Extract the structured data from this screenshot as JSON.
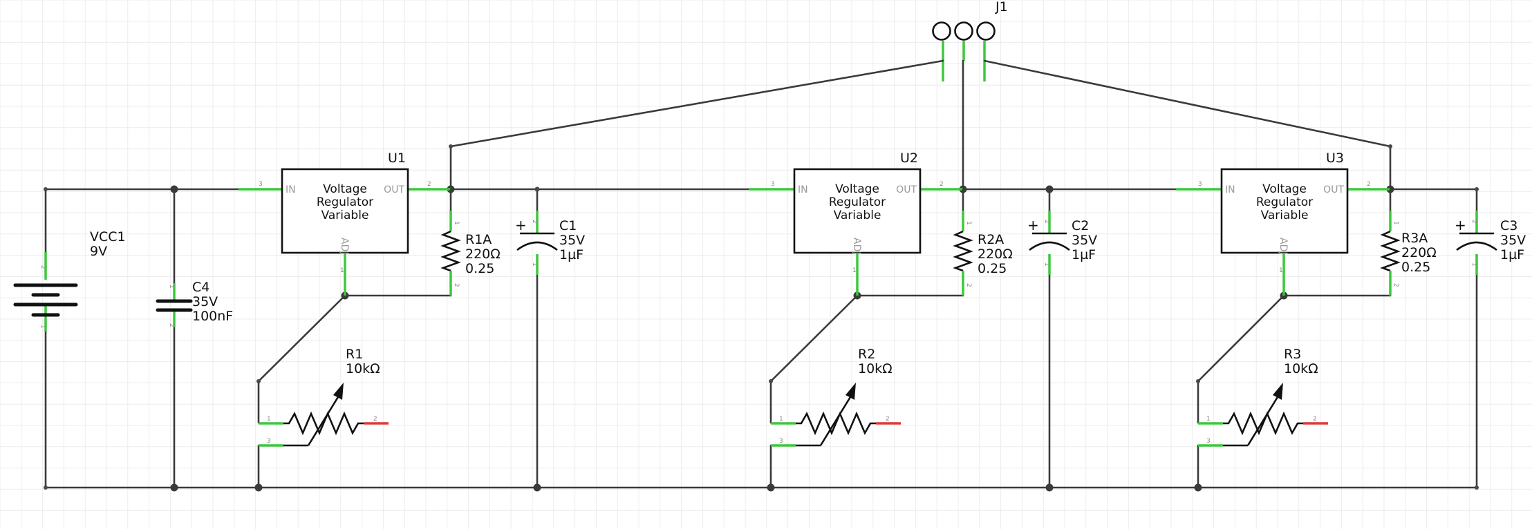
{
  "connector": {
    "ref": "J1"
  },
  "battery": {
    "ref": "VCC1",
    "value": "9V"
  },
  "input_cap": {
    "ref": "C4",
    "voltage": "35V",
    "value": "100nF"
  },
  "regulators": [
    {
      "ref": "U1",
      "line1": "Voltage",
      "line2": "Regulator",
      "line3": "Variable",
      "pin_in": "IN",
      "pin_out": "OUT",
      "pin_adj": "ADJ",
      "resistor": {
        "ref": "R1A",
        "value": "220Ω",
        "power": "0.25"
      },
      "cap": {
        "ref": "C1",
        "voltage": "35V",
        "value": "1µF"
      },
      "pot": {
        "ref": "R1",
        "value": "10kΩ"
      }
    },
    {
      "ref": "U2",
      "line1": "Voltage",
      "line2": "Regulator",
      "line3": "Variable",
      "pin_in": "IN",
      "pin_out": "OUT",
      "pin_adj": "ADJ",
      "resistor": {
        "ref": "R2A",
        "value": "220Ω",
        "power": "0.25"
      },
      "cap": {
        "ref": "C2",
        "voltage": "35V",
        "value": "1µF"
      },
      "pot": {
        "ref": "R2",
        "value": "10kΩ"
      }
    },
    {
      "ref": "U3",
      "line1": "Voltage",
      "line2": "Regulator",
      "line3": "Variable",
      "pin_in": "IN",
      "pin_out": "OUT",
      "pin_adj": "ADJ",
      "resistor": {
        "ref": "R3A",
        "value": "220Ω",
        "power": "0.25"
      },
      "cap": {
        "ref": "C3",
        "voltage": "35V",
        "value": "1µF"
      },
      "pot": {
        "ref": "R3",
        "value": "10kΩ"
      }
    }
  ],
  "pin_numbers": {
    "one": "1",
    "two": "2",
    "three": "3"
  },
  "colors": {
    "pin": "#3cc83c",
    "pot_pin": "#e03a3a",
    "wire": "#3a3a3a",
    "grid": "#ececec"
  }
}
